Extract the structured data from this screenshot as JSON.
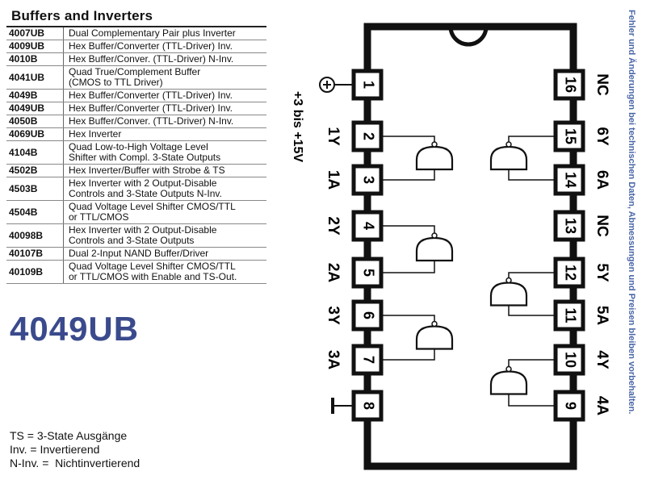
{
  "table": {
    "title": "Buffers and Inverters",
    "rows": [
      {
        "code": "4007UB",
        "desc": [
          "Dual Complementary Pair plus Inverter"
        ]
      },
      {
        "code": "4009UB",
        "desc": [
          "Hex Buffer/Converter (TTL-Driver) Inv."
        ]
      },
      {
        "code": "4010B",
        "desc": [
          "Hex Buffer/Conver. (TTL-Driver) N-Inv."
        ]
      },
      {
        "code": "4041UB",
        "desc": [
          "Quad True/Complement Buffer",
          "(CMOS to TTL Driver)"
        ]
      },
      {
        "code": "4049B",
        "desc": [
          "Hex Buffer/Converter (TTL-Driver) Inv."
        ]
      },
      {
        "code": "4049UB",
        "desc": [
          "Hex Buffer/Converter (TTL-Driver) Inv."
        ]
      },
      {
        "code": "4050B",
        "desc": [
          "Hex Buffer/Conver. (TTL-Driver) N-Inv."
        ]
      },
      {
        "code": "4069UB",
        "desc": [
          "Hex Inverter"
        ]
      },
      {
        "code": "4104B",
        "desc": [
          "Quad Low-to-High Voltage Level",
          "Shifter with Compl. 3-State Outputs"
        ]
      },
      {
        "code": "4502B",
        "desc": [
          "Hex Inverter/Buffer with Strobe & TS"
        ]
      },
      {
        "code": "4503B",
        "desc": [
          "Hex Inverter with 2 Output-Disable",
          "Controls and 3-State Outputs N-Inv."
        ]
      },
      {
        "code": "4504B",
        "desc": [
          "Quad Voltage Level Shifter CMOS/TTL",
          "or TTL/CMOS"
        ]
      },
      {
        "code": "40098B",
        "desc": [
          "Hex Inverter with 2 Output-Disable",
          "Controls and 3-State Outputs"
        ]
      },
      {
        "code": "40107B",
        "desc": [
          "Dual 2-Input NAND Buffer/Driver"
        ]
      },
      {
        "code": "40109B",
        "desc": [
          "Quad Voltage Level Shifter CMOS/TTL",
          "or TTL/CMOS with Enable and TS-Out."
        ]
      }
    ]
  },
  "part_title": "4049UB",
  "legend": [
    "TS = 3-State Ausgänge",
    "Inv. = Invertierend",
    "N-Inv. =  Nichtinvertierend"
  ],
  "side_note": "Fehler und Änderungen bei technischen Daten, Abmessungen und Preisen bleiben vorbehalten.",
  "chip": {
    "supply_label": "+3 bis +15V",
    "left_pins": [
      {
        "num": "1",
        "label": ""
      },
      {
        "num": "2",
        "label": "1Y"
      },
      {
        "num": "3",
        "label": "1A"
      },
      {
        "num": "4",
        "label": "2Y"
      },
      {
        "num": "5",
        "label": "2A"
      },
      {
        "num": "6",
        "label": "3Y"
      },
      {
        "num": "7",
        "label": "3A"
      },
      {
        "num": "8",
        "label": ""
      }
    ],
    "right_pins": [
      {
        "num": "16",
        "label": "NC"
      },
      {
        "num": "15",
        "label": "6Y"
      },
      {
        "num": "14",
        "label": "6A"
      },
      {
        "num": "13",
        "label": "NC"
      },
      {
        "num": "12",
        "label": "5Y"
      },
      {
        "num": "11",
        "label": "5A"
      },
      {
        "num": "10",
        "label": "4Y"
      },
      {
        "num": "9",
        "label": "4A"
      }
    ]
  }
}
